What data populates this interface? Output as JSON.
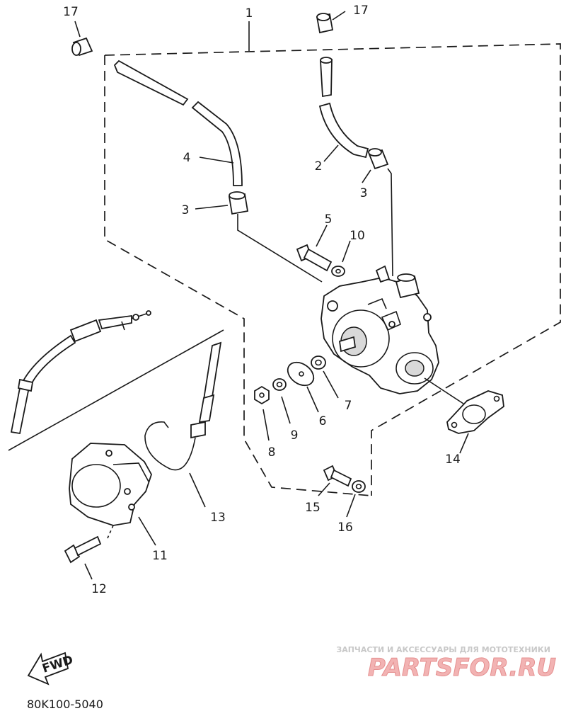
{
  "callouts": {
    "c1": "1",
    "c2": "2",
    "c3a": "3",
    "c3b": "3",
    "c4": "4",
    "c5": "5",
    "c6": "6",
    "c7": "7",
    "c8": "8",
    "c9": "9",
    "c10": "10",
    "c11": "11",
    "c12": "12",
    "c13": "13",
    "c14": "14",
    "c15": "15",
    "c16": "16",
    "c17a": "17",
    "c17b": "17"
  },
  "fwd_label": "FWD",
  "drawing_code": "80K100-5040",
  "watermark": {
    "tagline": "ЗАПЧАСТИ И АКСЕССУАРЫ ДЛЯ МОТОТЕХНИКИ",
    "site": "PARTSFOR.RU"
  }
}
